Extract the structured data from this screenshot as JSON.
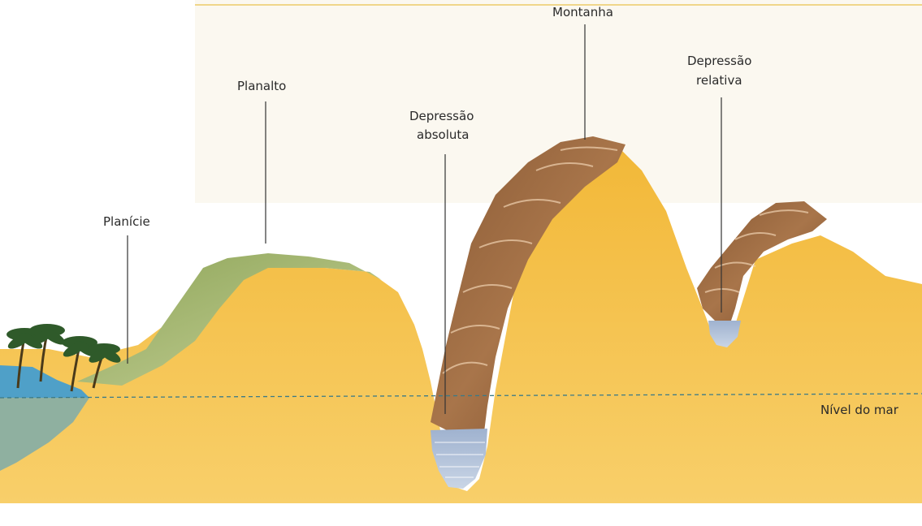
{
  "diagram": {
    "labels": {
      "planicie": "Planície",
      "planalto": "Planalto",
      "depressao_absoluta_1": "Depressão",
      "depressao_absoluta_2": "absoluta",
      "montanha": "Montanha",
      "depressao_relativa_1": "Depressão",
      "depressao_relativa_2": "relativa",
      "nivel_do_mar": "Nível do mar"
    }
  }
}
